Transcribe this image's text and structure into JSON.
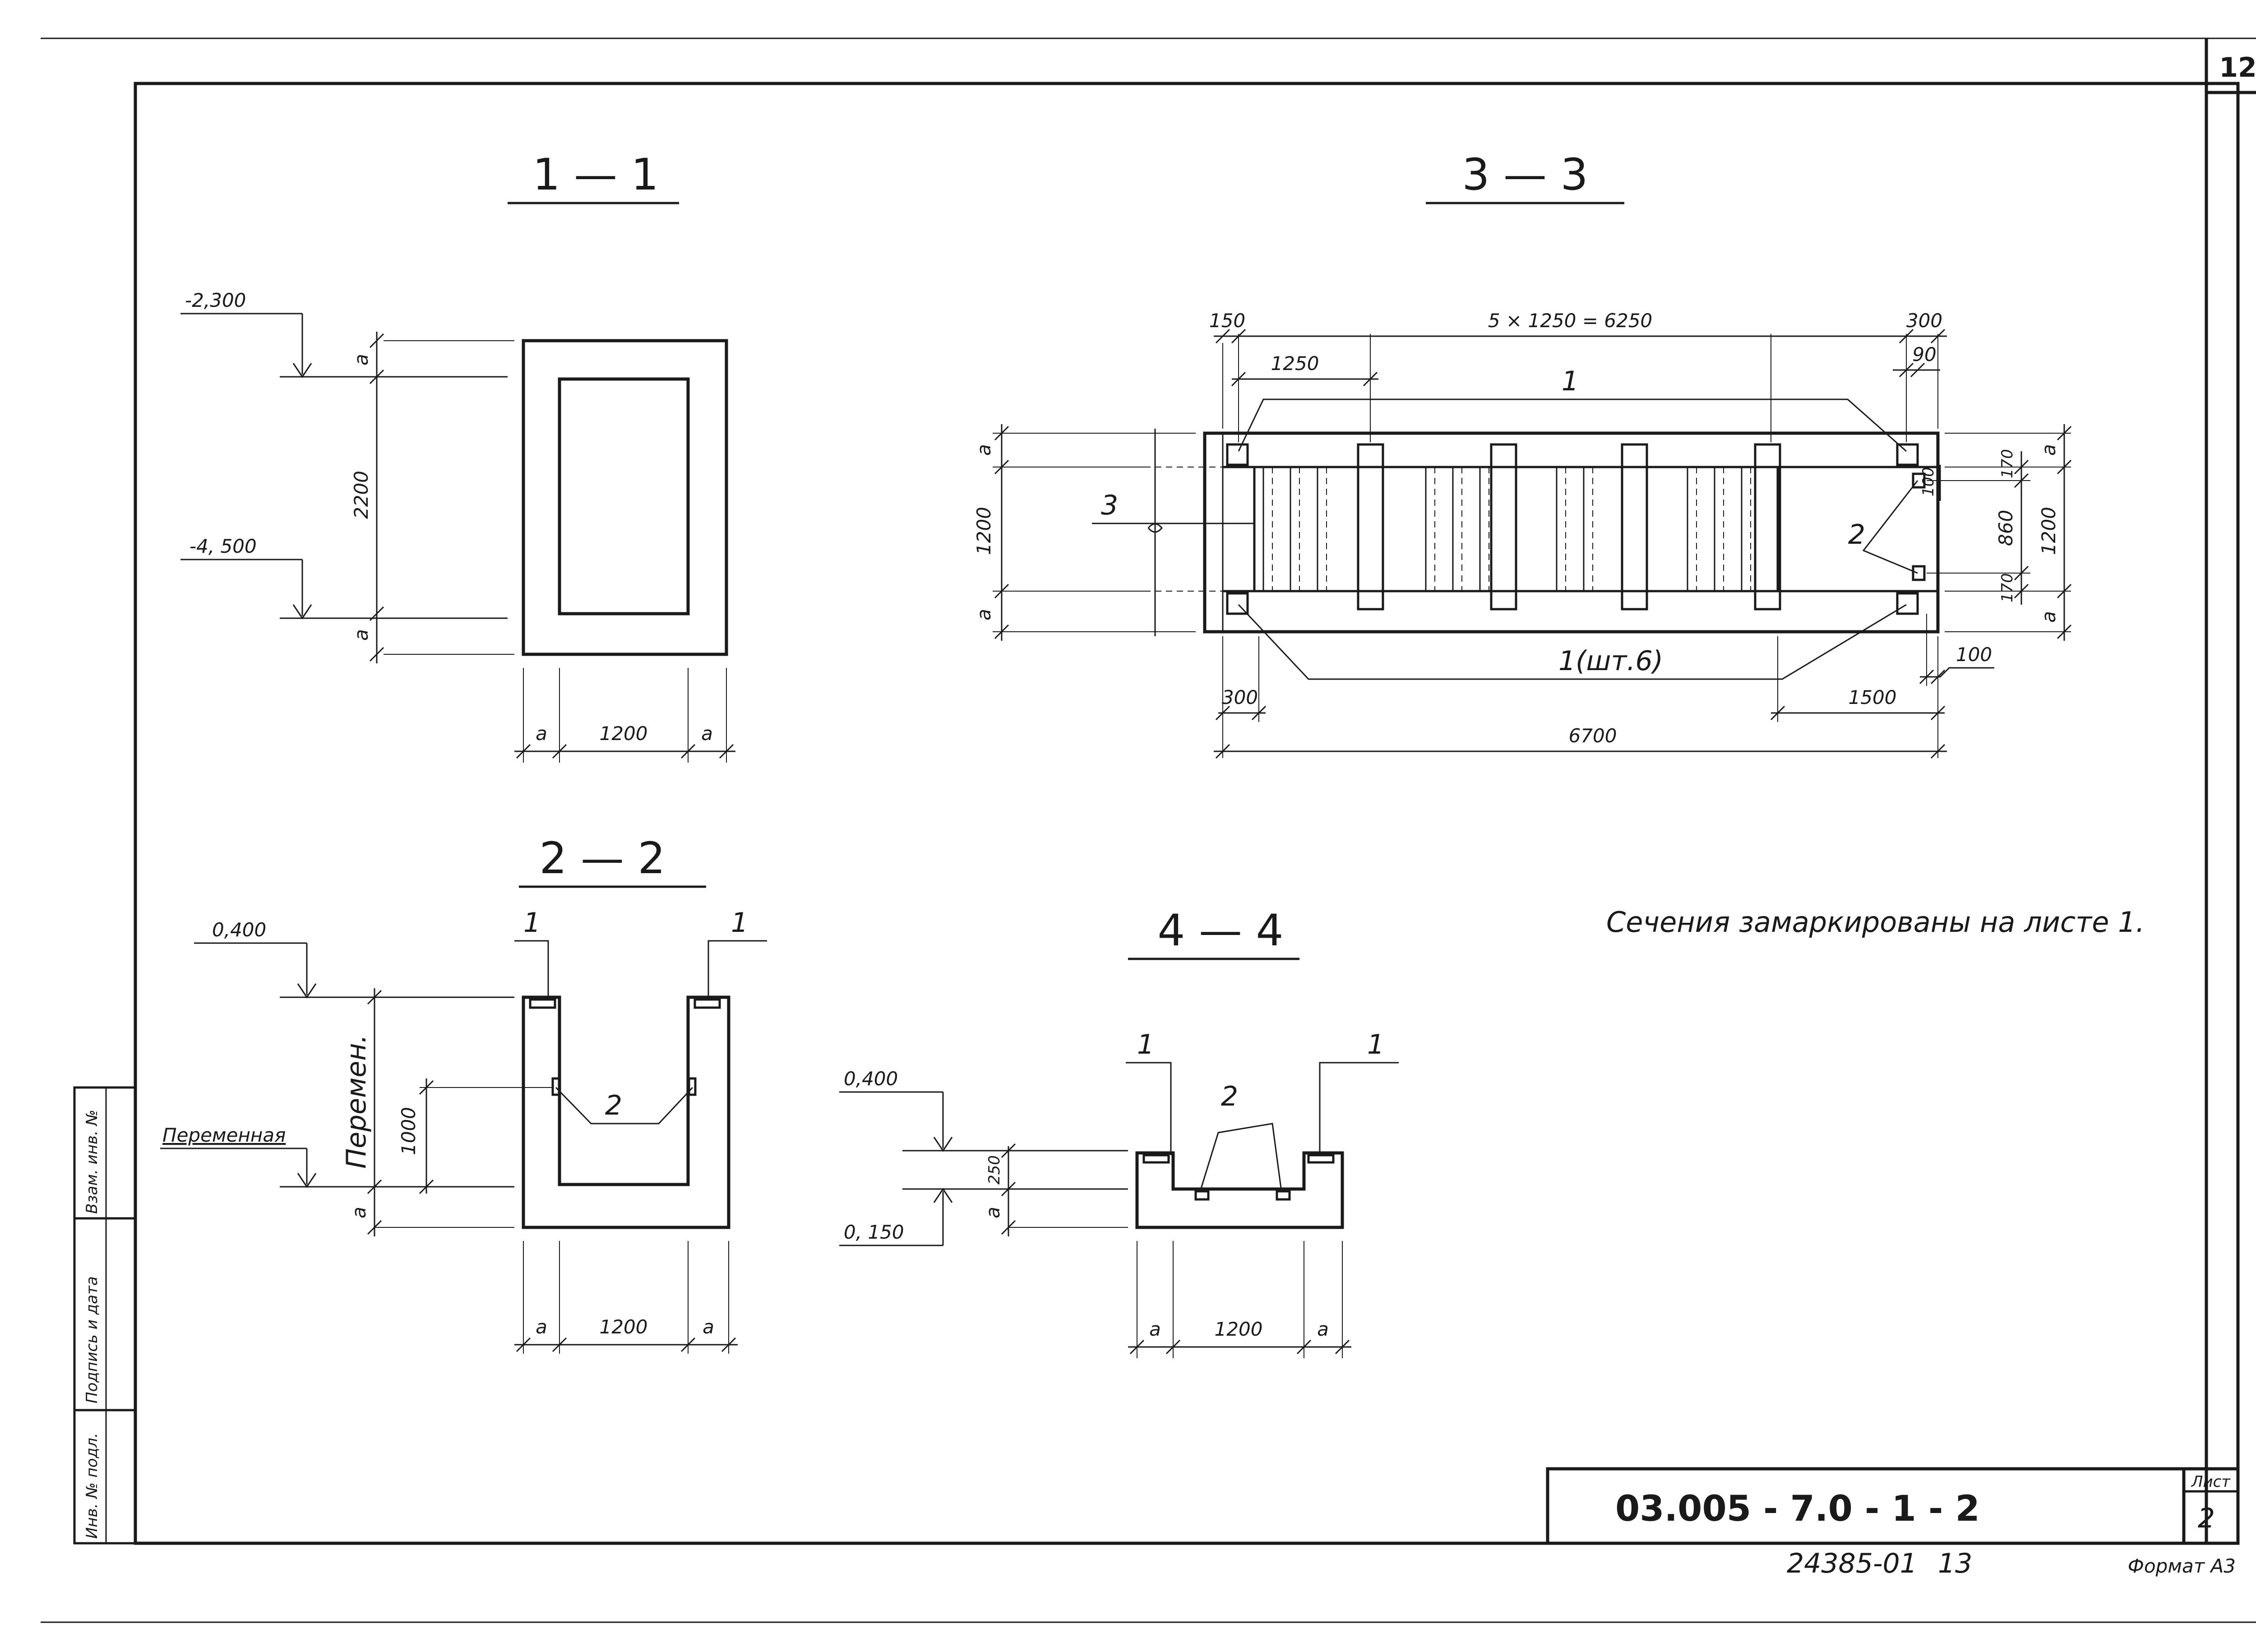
{
  "sheet": {
    "sheet_number": "12",
    "document_code": "03.005 - 7.0 - 1 - 2",
    "sheet_label": "Лист",
    "sheet_page": "2",
    "archive_number": "24385-01",
    "archive_suffix": "13",
    "format_label": "Формат А3",
    "note": "Сечения замаркированы на листе 1."
  },
  "side_stamp": {
    "field_1": "Взам. инв. №",
    "field_2": "Подпись и дата",
    "field_3": "Инв. № подл."
  },
  "section_1_1": {
    "title": "1 — 1",
    "level_top": "-2,300",
    "level_bottom": "-4, 500",
    "height": "2200",
    "wall_top": "a",
    "wall_bottom": "a",
    "width_left": "a",
    "width_mid": "1200",
    "width_right": "a"
  },
  "section_2_2": {
    "title": "2 — 2",
    "level_top": "0,400",
    "level_bottom": "Переменная",
    "height_label": "Перемен.",
    "inner_height": "1000",
    "wall_bottom": "a",
    "callout_left": "1",
    "callout_right": "1",
    "callout_mid": "2",
    "width_left": "a",
    "width_mid": "1200",
    "width_right": "a"
  },
  "section_3_3": {
    "title": "3 — 3",
    "dim_left_offset": "150",
    "dim_span": "5 × 1250 = 6250",
    "dim_right_offset": "300",
    "dim_right_inner": "90",
    "dim_bay": "1250",
    "callout_top": "1",
    "callout_bottom": "1(шт.6)",
    "callout_left": "3",
    "callout_right": "2",
    "dim_left_a_top": "a",
    "dim_left_height": "1200",
    "dim_left_a_bottom": "a",
    "dim_right_a_top": "a",
    "dim_right_170_top": "170",
    "dim_right_100": "100",
    "dim_right_860": "860",
    "dim_right_1200": "1200",
    "dim_right_170_bottom": "170",
    "dim_right_a_bottom": "a",
    "dim_bottom_300": "300",
    "dim_bottom_1500": "1500",
    "dim_bottom_100": "100",
    "dim_total": "6700"
  },
  "section_4_4": {
    "title": "4 — 4",
    "level_top": "0,400",
    "level_bottom": "0, 150",
    "height": "250",
    "wall_bottom": "a",
    "callout_left": "1",
    "callout_right": "1",
    "callout_mid": "2",
    "width_left": "a",
    "width_mid": "1200",
    "width_right": "a"
  }
}
